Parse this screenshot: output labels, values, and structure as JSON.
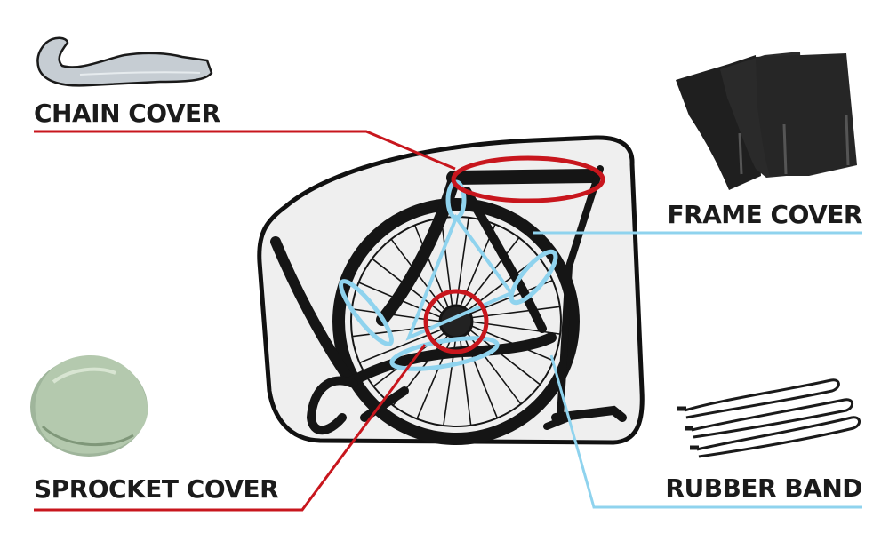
{
  "labels": {
    "chain_cover": "CHAIN COVER",
    "frame_cover": "FRAME COVER",
    "sprocket_cover": "SPROCKET COVER",
    "rubber_band": "RUBBER BAND"
  },
  "colors": {
    "red_leader": "#c8161d",
    "blue_leader": "#8fd3ee",
    "bag_fill": "#efefef",
    "bag_outline": "#111111"
  },
  "icons": [
    "chain-cover-icon",
    "frame-cover-icon",
    "sprocket-cover-icon",
    "rubber-band-icon",
    "bicycle-icon"
  ]
}
